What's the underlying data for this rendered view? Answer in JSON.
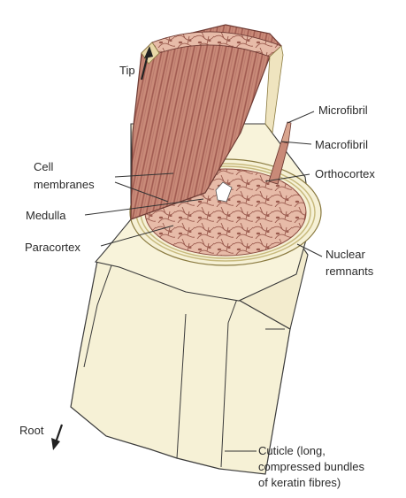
{
  "labels": {
    "tip": "Tip",
    "root": "Root",
    "microfibril": "Microfibril",
    "macrofibril": "Macrofibril",
    "orthocortex": "Orthocortex",
    "cell_membranes_line1": "Cell",
    "cell_membranes_line2": "membranes",
    "medulla": "Medulla",
    "paracortex": "Paracortex",
    "nuclear_line1": "Nuclear",
    "nuclear_line2": "remnants",
    "cuticle_line1": "Cuticle (long,",
    "cuticle_line2": "compressed bundles",
    "cuticle_line3": "of keratin fibres)"
  },
  "colors": {
    "cuticle": "#f6f1d6",
    "cuticle_edge": "#c8ba7e",
    "cortex": "#e4b7a4",
    "cortex_fibre": "#a9645a",
    "cortex_dark": "#b07363",
    "medulla": "#ffffff",
    "line": "#3a3a3a"
  }
}
